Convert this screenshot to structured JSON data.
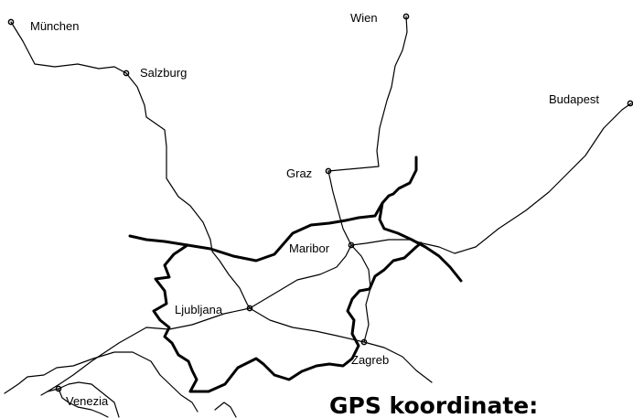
{
  "map": {
    "colors": {
      "background": "#ffffff",
      "ink": "#000000"
    },
    "cities": [
      {
        "id": "munchen",
        "label": "München"
      },
      {
        "id": "salzburg",
        "label": "Salzburg"
      },
      {
        "id": "wien",
        "label": "Wien"
      },
      {
        "id": "budapest",
        "label": "Budapest"
      },
      {
        "id": "graz",
        "label": "Graz"
      },
      {
        "id": "maribor",
        "label": "Maribor"
      },
      {
        "id": "ljubljana",
        "label": "Ljubljana"
      },
      {
        "id": "zagreb",
        "label": "Zagreb"
      },
      {
        "id": "venezia",
        "label": "Venezia"
      }
    ],
    "gps_label": "GPS koordinate:"
  }
}
